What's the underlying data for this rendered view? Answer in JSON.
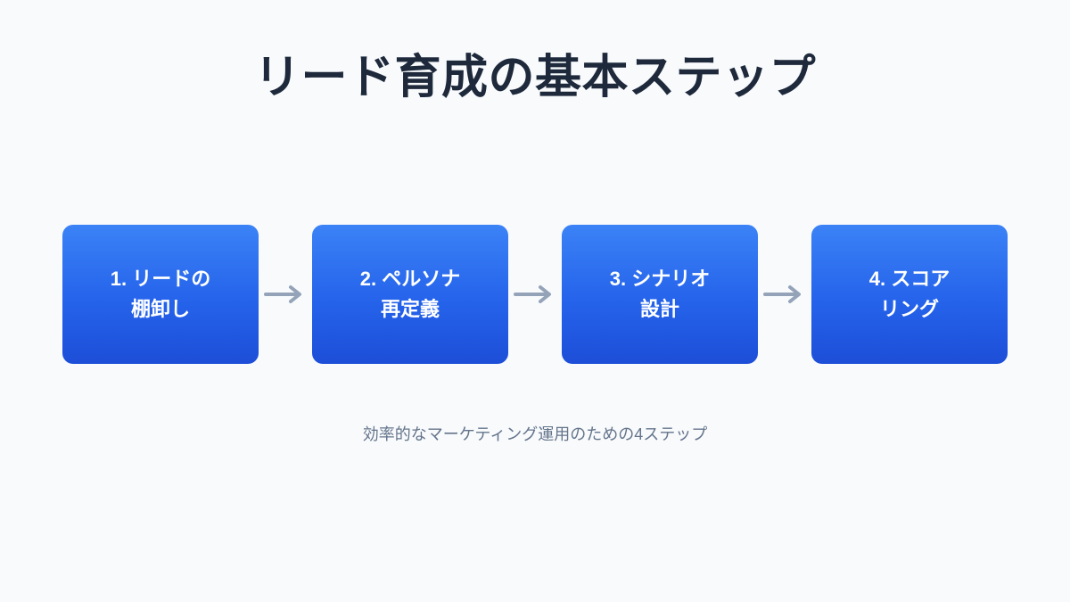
{
  "slide": {
    "background_color": "#f8fafc",
    "title": "リード育成の基本ステップ",
    "title_color": "#1e293b",
    "caption": "効率的なマーケティング運用のための4ステップ",
    "caption_color": "#64748b"
  },
  "theme": {
    "box_gradient_top": "#3b82f6",
    "box_gradient_bottom": "#1d4ed8",
    "box_text_color": "#ffffff",
    "arrow_color": "#94a3b8"
  },
  "steps": [
    {
      "number": "1.",
      "label_line1": "1.  リードの",
      "label_line2": "棚卸し",
      "full_label": "1. リードの棚卸し"
    },
    {
      "number": "2.",
      "label_line1": "2.  ペルソナ",
      "label_line2": "再定義",
      "full_label": "2. ペルソナ再定義"
    },
    {
      "number": "3.",
      "label_line1": "3.  シナリオ",
      "label_line2": "設計",
      "full_label": "3. シナリオ設計"
    },
    {
      "number": "4.",
      "label_line1": "4.  スコア",
      "label_line2": "リング",
      "full_label": "4. スコアリング"
    }
  ],
  "connectors": [
    {
      "icon": "arrow-right-icon"
    },
    {
      "icon": "arrow-right-icon"
    },
    {
      "icon": "arrow-right-icon"
    }
  ]
}
